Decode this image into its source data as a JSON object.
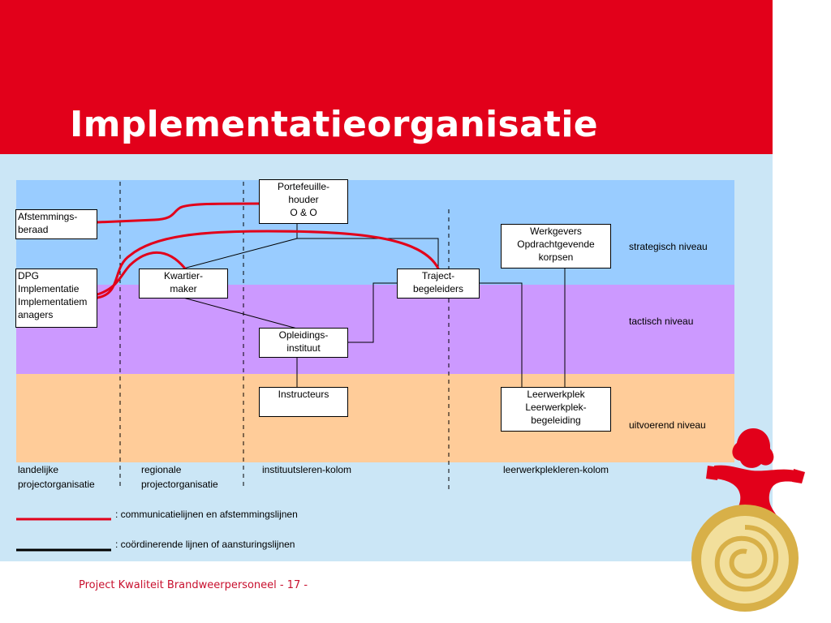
{
  "slide": {
    "title": "Implementatieorganisatie",
    "footer": "Project Kwaliteit Brandweerpersoneel - 17 -"
  },
  "colors": {
    "header_red": "#e2001a",
    "panel_blue": "#cbe6f6",
    "strategic_band": "#99ccff",
    "tactical_band": "#cc99ff",
    "operational_band": "#ffcc99",
    "communication_line": "#e2001a",
    "steering_line": "#000000"
  },
  "boxes": {
    "portefeuillehouder": [
      "Portefeuille-",
      "houder",
      "O & O"
    ],
    "afstemmingsberaad": [
      "Afstemmings-",
      "beraad"
    ],
    "werkgevers": [
      "Werkgevers",
      "Opdrachtgevende",
      "korpsen"
    ],
    "dpg": [
      "DPG",
      "Implementatie",
      "Implementatiem",
      "anagers"
    ],
    "kwartiermaker": [
      "Kwartier-",
      "maker"
    ],
    "trajectbegeleiders": [
      "Traject-",
      "begeleiders"
    ],
    "opleidingsinstituut": [
      "Opleidings-",
      "instituut"
    ],
    "instructeurs": [
      "Instructeurs"
    ],
    "leerwerkplek": [
      "Leerwerkplek",
      "Leerwerkplek-",
      "begeleiding"
    ]
  },
  "levels": {
    "strategic": "strategisch niveau",
    "tactical": "tactisch niveau",
    "operational": "uitvoerend niveau"
  },
  "columns": {
    "national": [
      "landelijke",
      "projectorganisatie"
    ],
    "regional": [
      "regionale",
      "projectorganisatie"
    ],
    "institute": [
      "instituutsleren-kolom"
    ],
    "workplace": [
      "leerwerkplekleren-kolom"
    ]
  },
  "legend": {
    "communication": ": communicatielijnen en afstemmingslijnen",
    "steering": ": coördinerende lijnen of aansturingslijnen"
  }
}
